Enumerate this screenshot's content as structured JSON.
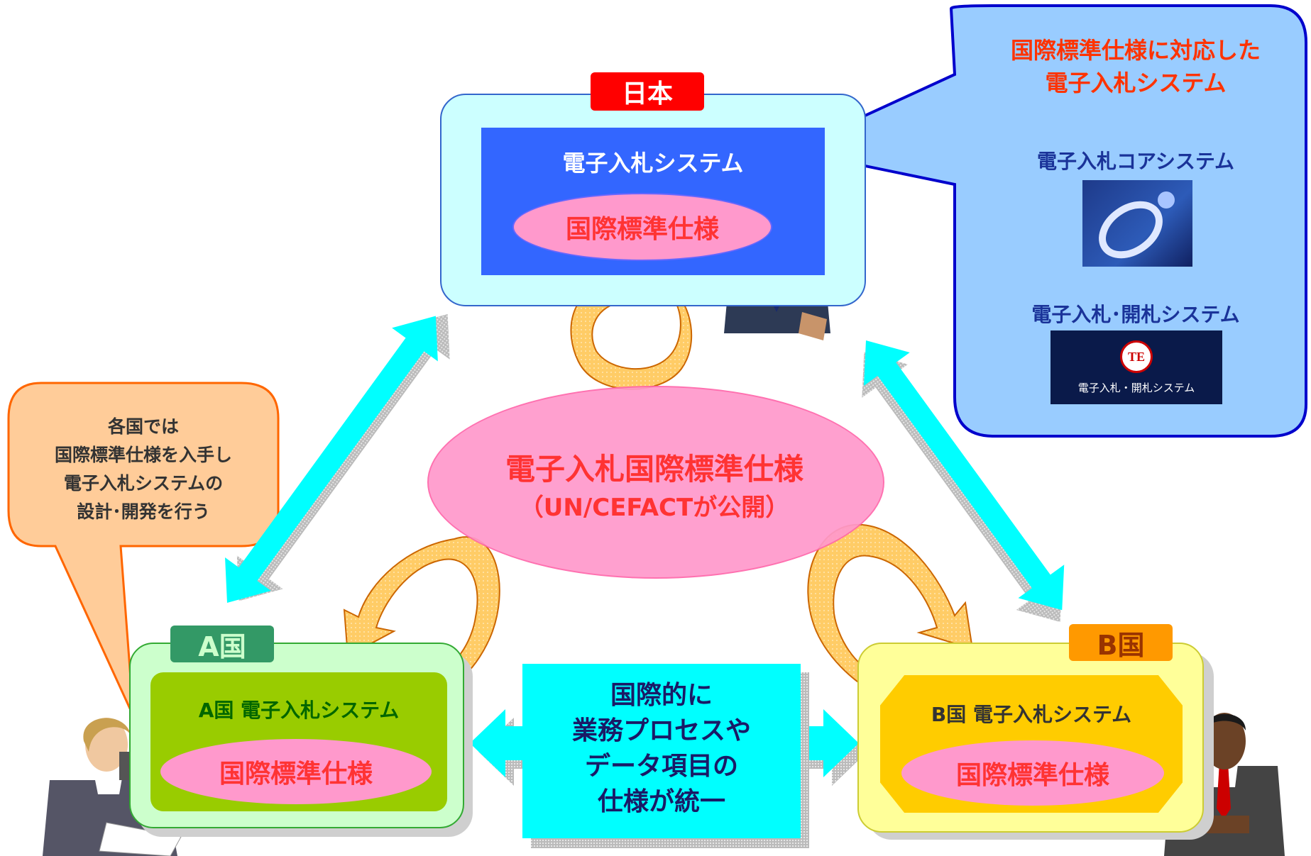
{
  "japan": {
    "tag": "日本",
    "system_title": "電子入札システム",
    "standard": "国際標準仕様"
  },
  "callout_right": {
    "heading_line1": "国際標準仕様に対応した",
    "heading_line2": "電子入札システム",
    "core_label": "電子入札コアシステム",
    "te_label": "電子入札･開札システム",
    "te_logo_caption": "電子入札・開札システム",
    "te_logo_letters": "TE"
  },
  "callout_left": {
    "lines": [
      "各国では",
      "国際標準仕様を入手し",
      "電子入札システムの",
      "設計･開発を行う"
    ]
  },
  "center": {
    "line1": "電子入札国際標準仕様",
    "line2": "（UN/CEFACTが公開）"
  },
  "country_a": {
    "tag": "A国",
    "system_title": "A国 電子入札システム",
    "standard": "国際標準仕様"
  },
  "country_b": {
    "tag": "B国",
    "system_title": "B国 電子入札システム",
    "standard": "国際標準仕様"
  },
  "unify_box": {
    "lines": [
      "国際的に",
      "業務プロセスや",
      "データ項目の",
      "仕様が統一"
    ]
  },
  "colors": {
    "japan_frame": "#ccffff",
    "japan_inner": "#3366ff",
    "tag_red": "#ff0000",
    "standard_pink": "#ff99cc",
    "standard_text": "#ff3333",
    "callout_blue": "#99ccff",
    "callout_blue_border": "#0000cc",
    "callout_orange": "#ffcc99",
    "country_a_frame": "#ccffcc",
    "country_a_inner": "#99cc00",
    "country_a_tag": "#339966",
    "country_b_frame": "#ffff99",
    "country_b_inner": "#ffcc00",
    "country_b_tag": "#ff9900",
    "cyan_arrow": "#00ffff",
    "swirl_arrow": "#ffcc66"
  }
}
